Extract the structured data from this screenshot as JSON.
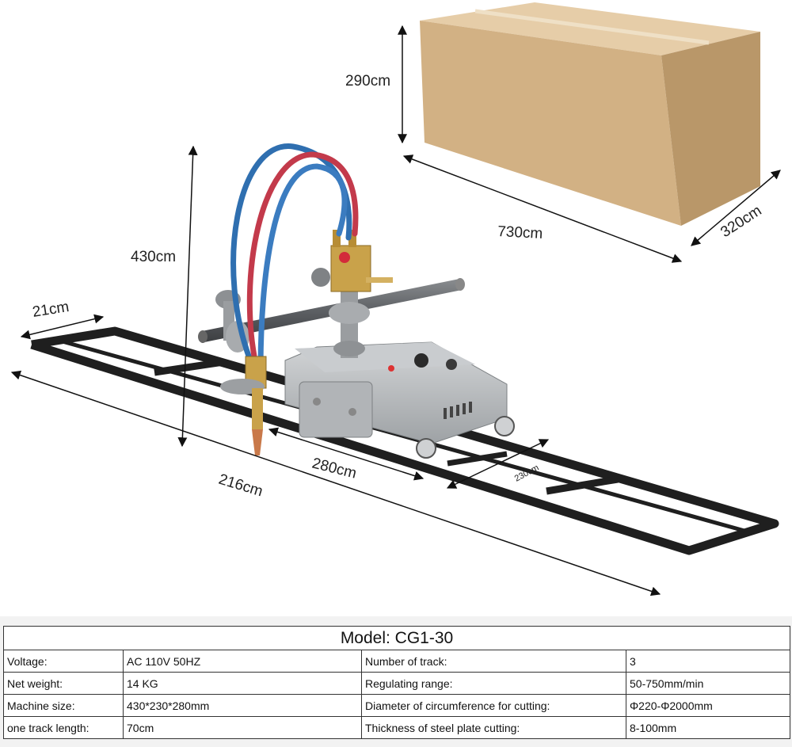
{
  "dimensions": {
    "box_height": "290cm",
    "box_length": "730cm",
    "box_width": "320cm",
    "machine_height": "430cm",
    "track_width": "21cm",
    "track_length": "216cm",
    "machine_length": "280cm",
    "machine_width": "230cm"
  },
  "spec_table": {
    "title": "Model: CG1-30",
    "rows": [
      {
        "label1": "Voltage:",
        "value1": "AC 110V 50HZ",
        "label2": "Number of track:",
        "value2": "3"
      },
      {
        "label1": "Net weight:",
        "value1": "14 KG",
        "label2": "Regulating range:",
        "value2": "50-750mm/min"
      },
      {
        "label1": "Machine size:",
        "value1": "430*230*280mm",
        "label2": "Diameter of circumference for cutting:",
        "value2": "Φ220-Φ2000mm"
      },
      {
        "label1": "one track length:",
        "value1": "70cm",
        "label2": "Thickness of steel plate cutting:",
        "value2": "8-100mm"
      }
    ]
  },
  "colors": {
    "box_top": "#e3c9a3",
    "box_front": "#cfae82",
    "box_side": "#b8956a",
    "track": "#1e1e1e",
    "machine_body": "#bfc2c4",
    "hose_blue": "#2f6fb0",
    "hose_red": "#c33a4b",
    "brass": "#c9a24a"
  }
}
